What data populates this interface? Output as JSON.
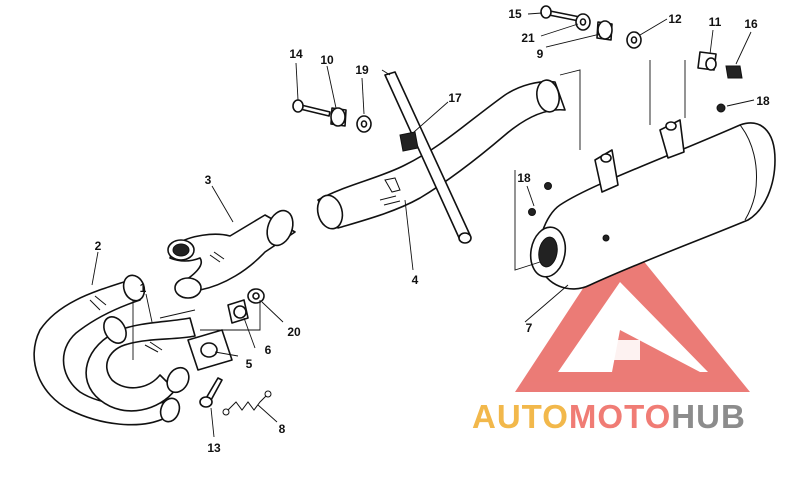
{
  "diagram": {
    "callouts": [
      {
        "id": "1",
        "label": "1"
      },
      {
        "id": "2",
        "label": "2"
      },
      {
        "id": "3",
        "label": "3"
      },
      {
        "id": "4",
        "label": "4"
      },
      {
        "id": "5",
        "label": "5"
      },
      {
        "id": "6",
        "label": "6"
      },
      {
        "id": "7",
        "label": "7"
      },
      {
        "id": "8",
        "label": "8"
      },
      {
        "id": "9",
        "label": "9"
      },
      {
        "id": "10",
        "label": "10"
      },
      {
        "id": "11",
        "label": "11"
      },
      {
        "id": "12",
        "label": "12"
      },
      {
        "id": "13",
        "label": "13"
      },
      {
        "id": "14",
        "label": "14"
      },
      {
        "id": "15",
        "label": "15"
      },
      {
        "id": "16",
        "label": "16"
      },
      {
        "id": "17",
        "label": "17"
      },
      {
        "id": "18",
        "label": "18"
      },
      {
        "id": "18b",
        "label": "18"
      },
      {
        "id": "19",
        "label": "19"
      },
      {
        "id": "20",
        "label": "20"
      },
      {
        "id": "21",
        "label": "21"
      }
    ]
  },
  "watermark": {
    "word_1": "AUTO",
    "word_2": "MOTO",
    "word_3": "HUB",
    "colors": {
      "triangle": "#e8645f",
      "auto": "#f2b84b",
      "moto": "#f07c75",
      "hub": "#8c8c8c"
    }
  }
}
